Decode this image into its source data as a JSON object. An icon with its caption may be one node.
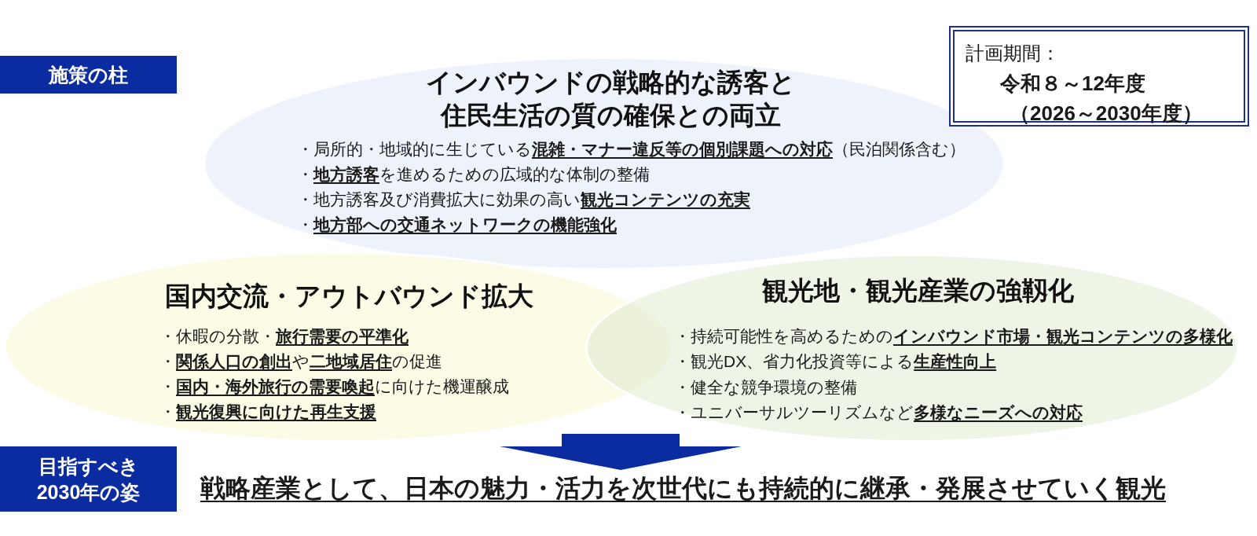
{
  "diagram": {
    "nodes": [
      {
        "text": [
          "施策の柱"
        ]
      },
      {
        "text": [
          "インバウンドの戦略的な誘客と住民生活の質の確保との両立",
          "・局所的・地域的に生じている**混雑・マナー違反等の個別課題への対応**（民泊関係含む）",
          "・**地方誘客**を進めるための広域的な体制の整備",
          "・地方誘客及び消費拡大に効果の高い**観光コンテンツの充実**",
          "・**地方部への交通ネットワークの機能強化**"
        ]
      },
      {
        "text": [
          "計画期間：",
          "令和８～12年度",
          "（2026～2030年度）"
        ]
      },
      {
        "text": [
          "国内交流・アウトバウンド拡大",
          "・休暇の分散・**旅行需要の平準化**",
          "・**関係人口の創出**や**二地域居住**の促進",
          "・**国内・海外旅行の需要喚起**に向けた機運醸成",
          "・**観光復興に向けた再生支援**"
        ]
      },
      {
        "text": [
          "観光地・観光産業の強靱化",
          "・持続可能性を高めるための**インバウンド市場・観光コンテンツの多様化**",
          "・観光DX、省力化投資等による**生産性向上**",
          "・健全な競争環境の整備",
          "・ユニバーサルツーリズムなど**多様なニーズへの対応**"
        ]
      },
      {
        "text": [
          "目指すべき2030年の姿"
        ]
      },
      {
        "text": [
          "戦略産業として、日本の魅力・活力を次世代にも持続的に継承・発展させていく観光"
        ]
      }
    ],
    "edges": [
      {
        "from": null,
        "to": 6,
        "arrow": "to"
      }
    ]
  }
}
